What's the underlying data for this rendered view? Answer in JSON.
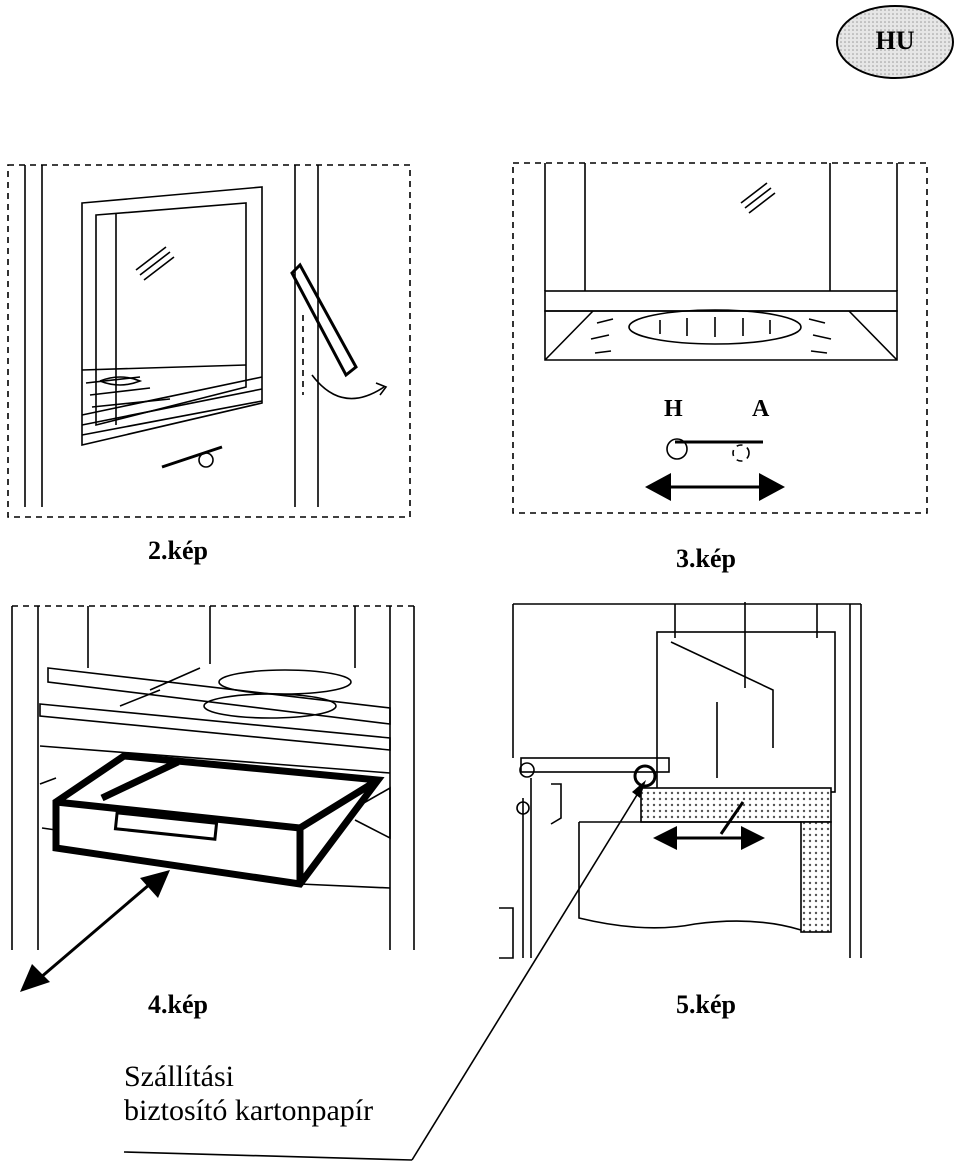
{
  "badge": {
    "text": "HU",
    "fill": "#d9d9d9"
  },
  "figures": {
    "fig2": {
      "caption": "2.kép"
    },
    "fig3": {
      "caption": "3.kép",
      "label_left": "H",
      "label_right": "A"
    },
    "fig4": {
      "caption": "4.kép"
    },
    "fig5": {
      "caption": "5.kép"
    }
  },
  "note": {
    "line1": "Szállítási",
    "line2": "biztosító kartonpapír"
  }
}
